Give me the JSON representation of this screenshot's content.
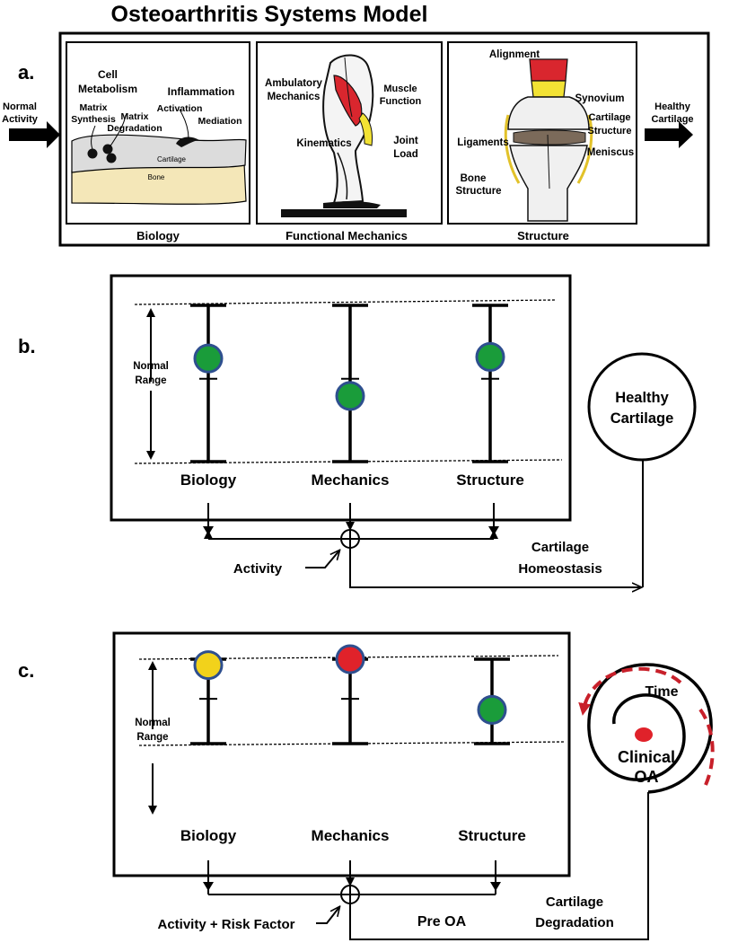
{
  "title": "Osteoarthritis Systems Model",
  "panel_a": {
    "label": "a.",
    "input_label": [
      "Normal",
      "Activity"
    ],
    "output_label": [
      "Healthy",
      "Cartilage"
    ],
    "biology": {
      "caption": "Biology",
      "cell_metabolism": [
        "Cell",
        "Metabolism"
      ],
      "inflammation": "Inflammation",
      "matrix_synthesis": [
        "Matrix",
        "Synthesis"
      ],
      "matrix_degradation": [
        "Matrix",
        "Degradation"
      ],
      "activation": "Activation",
      "mediation": "Mediation",
      "cartilage": "Cartilage",
      "bone": "Bone"
    },
    "mechanics": {
      "caption": "Functional Mechanics",
      "ambulatory": [
        "Ambulatory",
        "Mechanics"
      ],
      "muscle": [
        "Muscle",
        "Function"
      ],
      "kinematics": "Kinematics",
      "joint_load": [
        "Joint",
        "Load"
      ]
    },
    "structure": {
      "caption": "Structure",
      "alignment": "Alignment",
      "synovium": "Synovium",
      "cartilage_structure": [
        "Cartilage",
        "Structure"
      ],
      "ligaments": "Ligaments",
      "meniscus": "Meniscus",
      "bone_structure": [
        "Bone",
        "Structure"
      ]
    }
  },
  "panel_b": {
    "label": "b.",
    "normal_range": [
      "Normal",
      "Range"
    ],
    "bars": [
      {
        "name": "Biology",
        "marker_level": 0.66,
        "color": "#1a9c3a"
      },
      {
        "name": "Mechanics",
        "marker_level": 0.42,
        "color": "#1a9c3a"
      },
      {
        "name": "Structure",
        "marker_level": 0.67,
        "color": "#1a9c3a"
      }
    ],
    "activity": "Activity",
    "homeostasis": [
      "Cartilage",
      "Homeostasis"
    ],
    "healthy": [
      "Healthy",
      "Cartilage"
    ]
  },
  "panel_c": {
    "label": "c.",
    "normal_range": [
      "Normal",
      "Range"
    ],
    "bars": [
      {
        "name": "Biology",
        "marker_level": 0.93,
        "color": "#f2d21b"
      },
      {
        "name": "Mechanics",
        "marker_level": 1.0,
        "color": "#e0222a"
      },
      {
        "name": "Structure",
        "marker_level": 0.4,
        "color": "#1a9c3a"
      }
    ],
    "activity": "Activity + Risk Factor",
    "pre_oa": "Pre OA",
    "degradation": [
      "Cartilage",
      "Degradation"
    ],
    "time": "Time",
    "clinical": [
      "Clinical",
      "OA"
    ]
  },
  "colors": {
    "marker_stroke": "#2e4f8f",
    "time_arrow": "#c8202a",
    "cartilage_fill": "#dcdcdc",
    "bone_fill": "#f4e7b8",
    "muscle_red": "#d9262e",
    "joint_yellow": "#f2e234"
  }
}
